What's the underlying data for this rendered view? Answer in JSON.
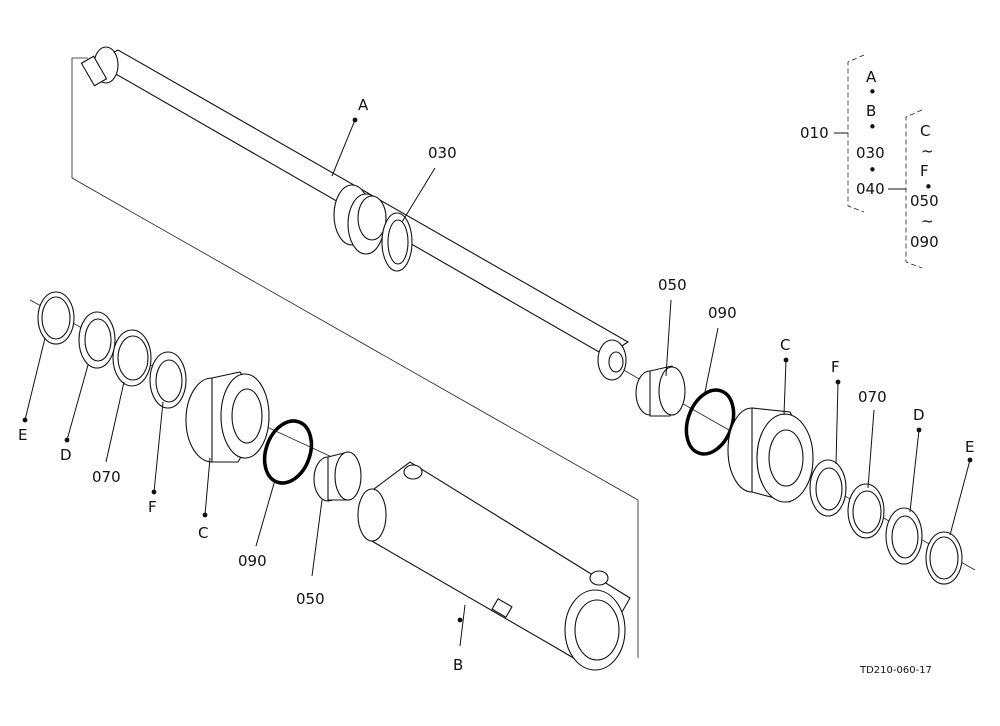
{
  "callouts": {
    "A": "A",
    "p030_top": "030",
    "p050_right": "050",
    "p090_right": "090",
    "C_right": "C",
    "F_right": "F",
    "p070_right": "070",
    "D_right": "D",
    "E_right": "E",
    "E_left": "E",
    "D_left": "D",
    "p070_left": "070",
    "F_left": "F",
    "C_left": "C",
    "p090_left": "090",
    "p050_left": "050",
    "B": "B"
  },
  "kit_legend": {
    "assembly": "010",
    "col1": [
      "A",
      "•",
      "B",
      "•",
      "030",
      "•",
      "040"
    ],
    "col2": [
      "C",
      "~",
      "F",
      "•",
      "050",
      "~",
      "090"
    ]
  },
  "drawing_code": "TD210-060-17"
}
